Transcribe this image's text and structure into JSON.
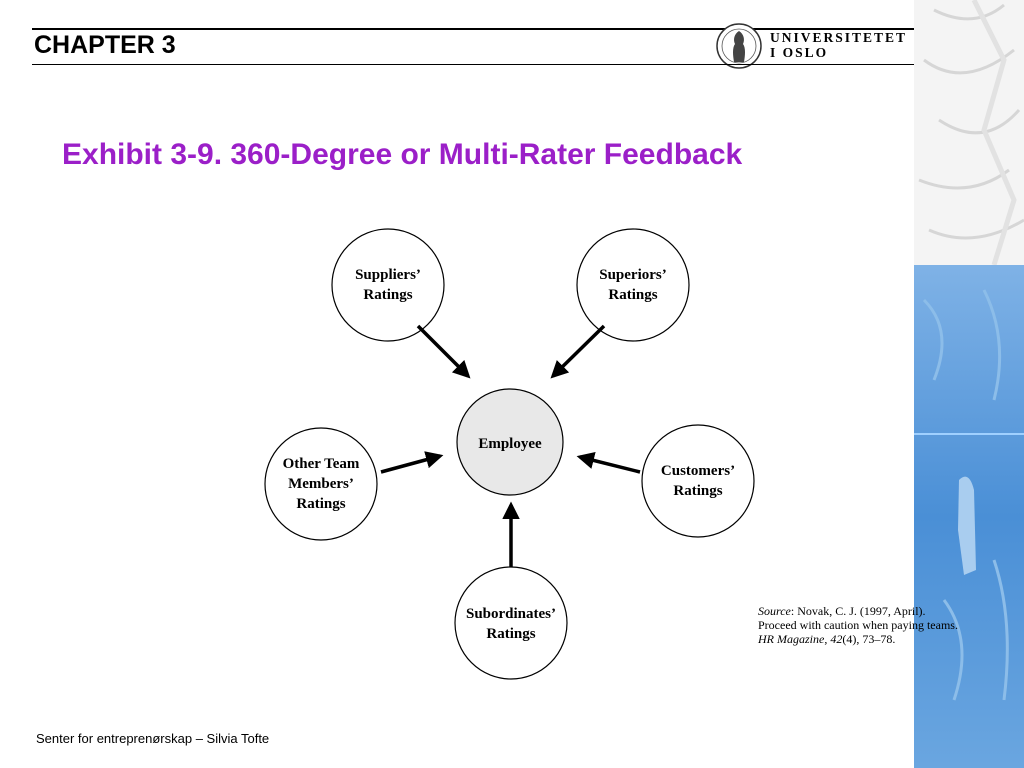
{
  "header": {
    "chapter": "CHAPTER 3",
    "logo_line1": "UNIVERSITETET",
    "logo_line2": "I OSLO"
  },
  "title": "Exhibit 3-9.  360-Degree or Multi-Rater Feedback",
  "diagram": {
    "center": {
      "label": "Employee",
      "fill": "#e8e8e8"
    },
    "raters": [
      {
        "id": "suppliers",
        "line1": "Suppliers’",
        "line2": "Ratings"
      },
      {
        "id": "superiors",
        "line1": "Superiors’",
        "line2": "Ratings"
      },
      {
        "id": "other-team",
        "line1": "Other Team",
        "line2": "Members’",
        "line3": "Ratings"
      },
      {
        "id": "customers",
        "line1": "Customers’",
        "line2": "Ratings"
      },
      {
        "id": "subordinates",
        "line1": "Subordinates’",
        "line2": "Ratings"
      }
    ]
  },
  "source": {
    "label": "Source",
    "text1": ": Novak, C. J. (1997, April). Proceed with caution when paying teams. ",
    "journal": "HR Magazine",
    "sep": ", ",
    "volume": "42",
    "text2": "(4), 73–78."
  },
  "footer": "Senter for entreprenørskap – Silvia Tofte",
  "colors": {
    "title": "#9b1fc8",
    "deco_blue": "#4a90d9"
  }
}
